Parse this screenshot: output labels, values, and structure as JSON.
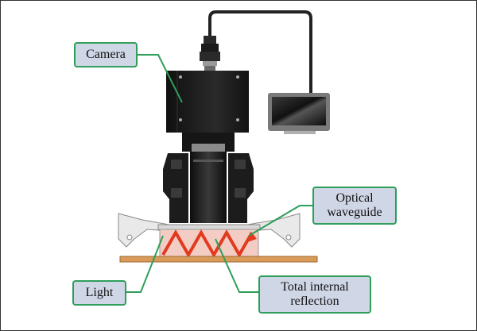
{
  "labels": {
    "camera": "Camera",
    "optical_waveguide_line1": "Optical",
    "optical_waveguide_line2": "waveguide",
    "light": "Light",
    "total_internal_reflection_line1": "Total internal",
    "total_internal_reflection_line2": "reflection"
  },
  "colors": {
    "label_fill": "#cfd6e6",
    "label_border": "#2e9e5a",
    "leader_line": "#2e9e5a",
    "camera_body": "#1b1b1b",
    "cable": "#222222",
    "monitor_frame": "#6e6e6e",
    "monitor_screen": "#1e1e1e",
    "waveguide": "#f2c9c0",
    "light_rays": "#e23a1e",
    "base_plate": "#d99a5a",
    "holder": "#e6e6e6"
  }
}
